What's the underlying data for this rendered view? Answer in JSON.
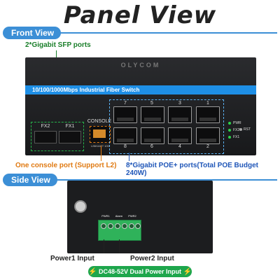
{
  "title": "Panel View",
  "front_view": {
    "tag": "Front View",
    "sfp_note": "2*Gigabit SFP ports",
    "brand": "OLYCOM",
    "band_text": "10/100/1000Mbps Industrial Fiber Switch",
    "sfp_labels": [
      "FX2",
      "FX1"
    ],
    "console_label": "CONSOLE",
    "console_sub": "LINK/ACT  100",
    "port_numbers_top": [
      "7",
      "5",
      "3",
      "1"
    ],
    "port_numbers_bottom": [
      "8",
      "6",
      "4",
      "2"
    ],
    "leds": [
      "PWR",
      "FX2",
      "FX1"
    ],
    "rst_label": "RST",
    "console_note": "One console port  (Support L2)",
    "poe_note": "8*Gigabit POE+ ports(Total POE Budget 240W)"
  },
  "side_view": {
    "tag": "Side View",
    "terminal_labels": [
      "PWR1",
      "Alarm",
      "PWR2"
    ],
    "power1_label": "Power1 Input",
    "power2_label": "Power2 Input",
    "dc_label": "DC48-52V Dual Power Input"
  },
  "colors": {
    "accent": "#3c8fd6",
    "band": "#1e8fe6",
    "green": "#1a7f2a",
    "orange": "#e07a12"
  }
}
